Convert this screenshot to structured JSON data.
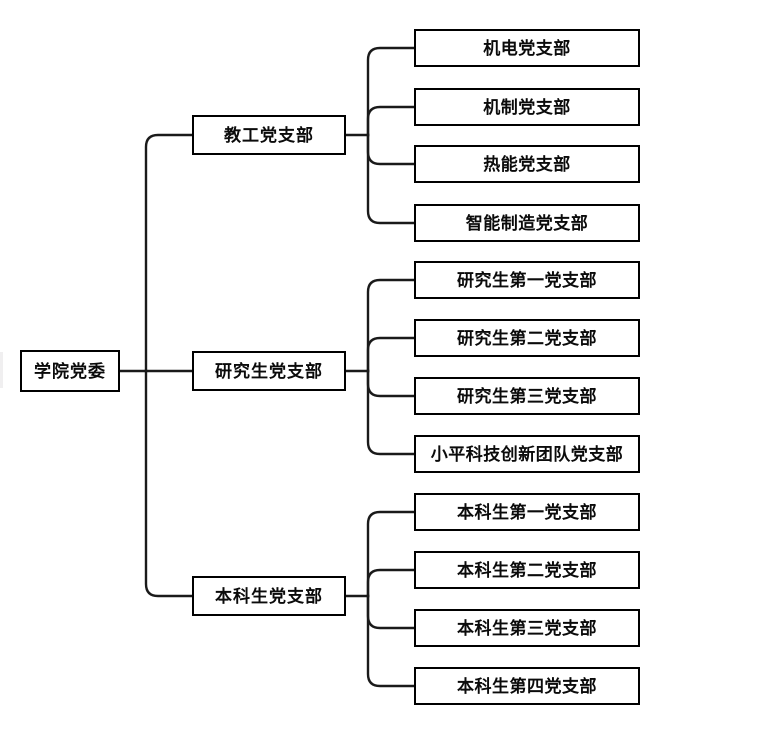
{
  "diagram": {
    "type": "organization-chart",
    "orientation": "left-to-right",
    "title": "",
    "colors": {
      "box_border": "#000000",
      "box_fill": "#ffffff",
      "connector": "#1a1a1a",
      "text": "#0b0b0b",
      "background": "#ffffff"
    },
    "root": {
      "label": "学院党委"
    },
    "branches": [
      {
        "label": "教工党支部",
        "children": [
          {
            "label": "机电党支部"
          },
          {
            "label": "机制党支部"
          },
          {
            "label": "热能党支部"
          },
          {
            "label": "智能制造党支部"
          }
        ]
      },
      {
        "label": "研究生党支部",
        "children": [
          {
            "label": "研究生第一党支部"
          },
          {
            "label": "研究生第二党支部"
          },
          {
            "label": "研究生第三党支部"
          },
          {
            "label": "小平科技创新团队党支部"
          }
        ]
      },
      {
        "label": "本科生党支部",
        "children": [
          {
            "label": "本科生第一党支部"
          },
          {
            "label": "本科生第二党支部"
          },
          {
            "label": "本科生第三党支部"
          },
          {
            "label": "本科生第四党支部"
          }
        ]
      }
    ]
  }
}
